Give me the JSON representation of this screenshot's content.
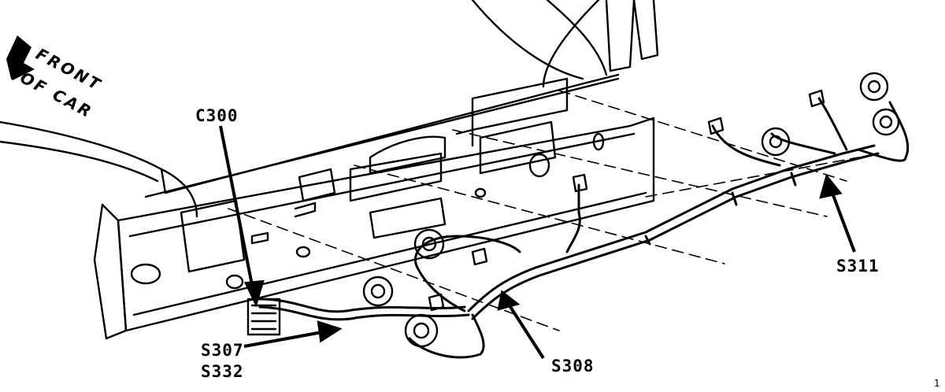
{
  "orientation": {
    "line1": "FRONT",
    "line2": "OF CAR",
    "icon": "arrow-icon"
  },
  "labels": {
    "c300": "C300",
    "s307": "S307",
    "s332": "S332",
    "s308": "S308",
    "s311": "S311"
  },
  "page_number": "1"
}
